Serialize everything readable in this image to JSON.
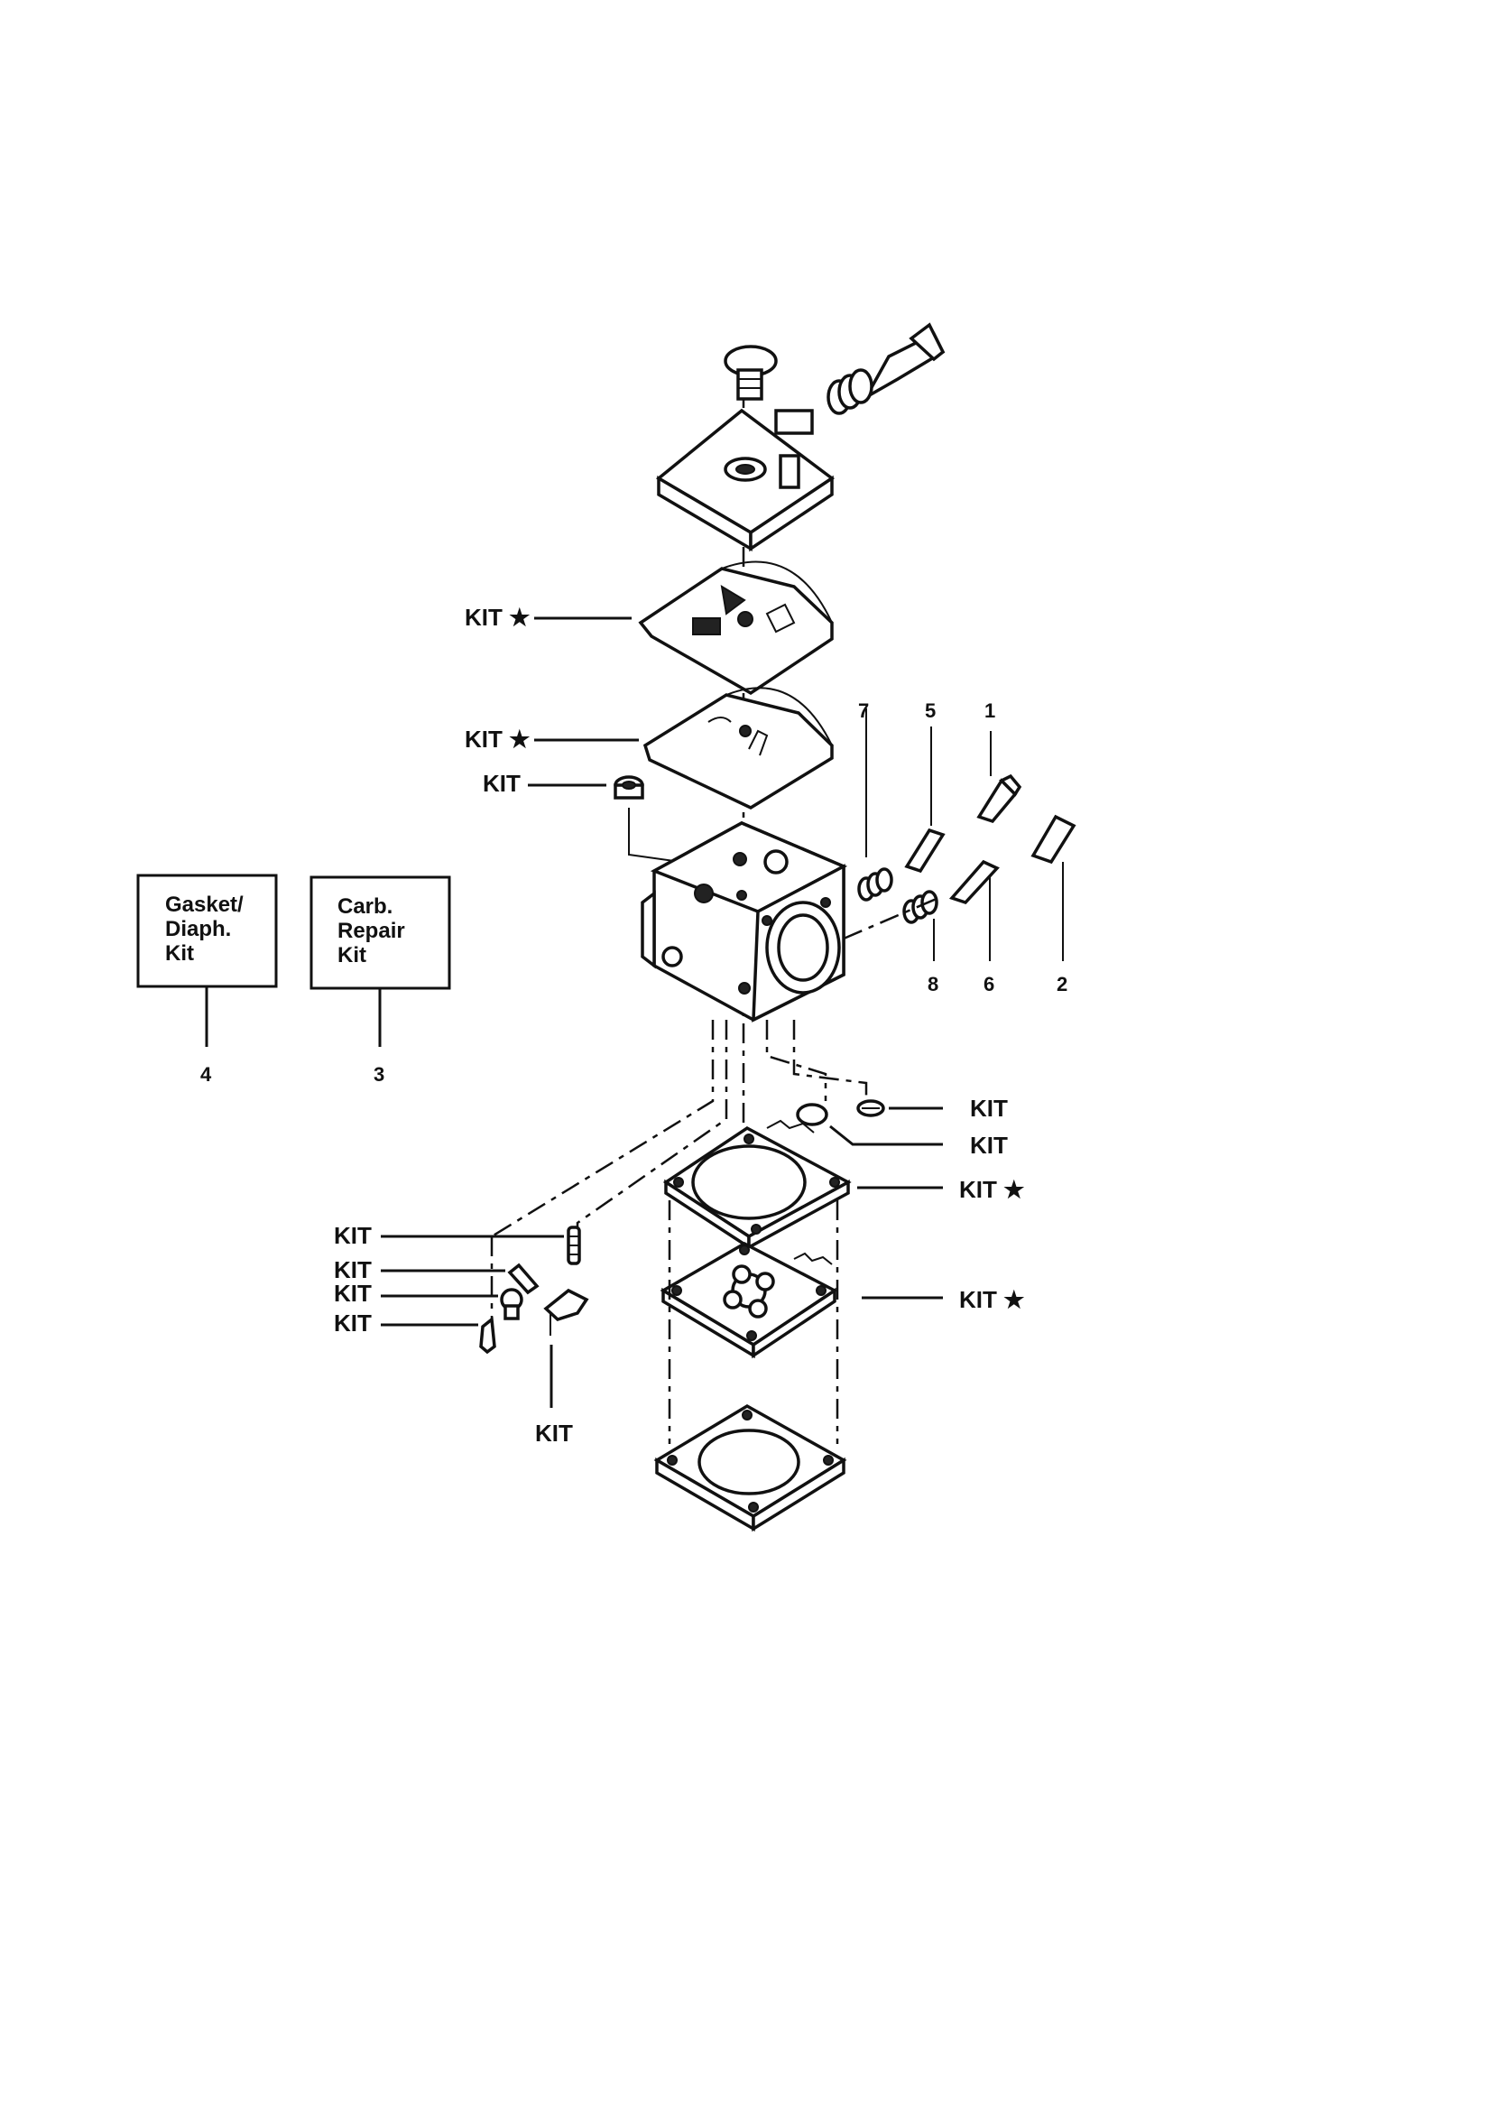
{
  "callouts": {
    "kit": "KIT",
    "kit_star": "KIT ★"
  },
  "part_numbers": {
    "n1": "1",
    "n2": "2",
    "n3": "3",
    "n4": "4",
    "n5": "5",
    "n6": "6",
    "n7": "7",
    "n8": "8"
  },
  "legend_boxes": {
    "gasket_kit": {
      "line1": "Gasket/",
      "line2": "Diaph.",
      "line3": "Kit"
    },
    "carb_repair_kit": {
      "line1": "Carb.",
      "line2": "Repair",
      "line3": "Kit"
    }
  },
  "icons": [
    "screw-icon",
    "spring-icon",
    "needle-icon",
    "gasket-icon",
    "diaphragm-icon",
    "carburetor-body-icon"
  ]
}
